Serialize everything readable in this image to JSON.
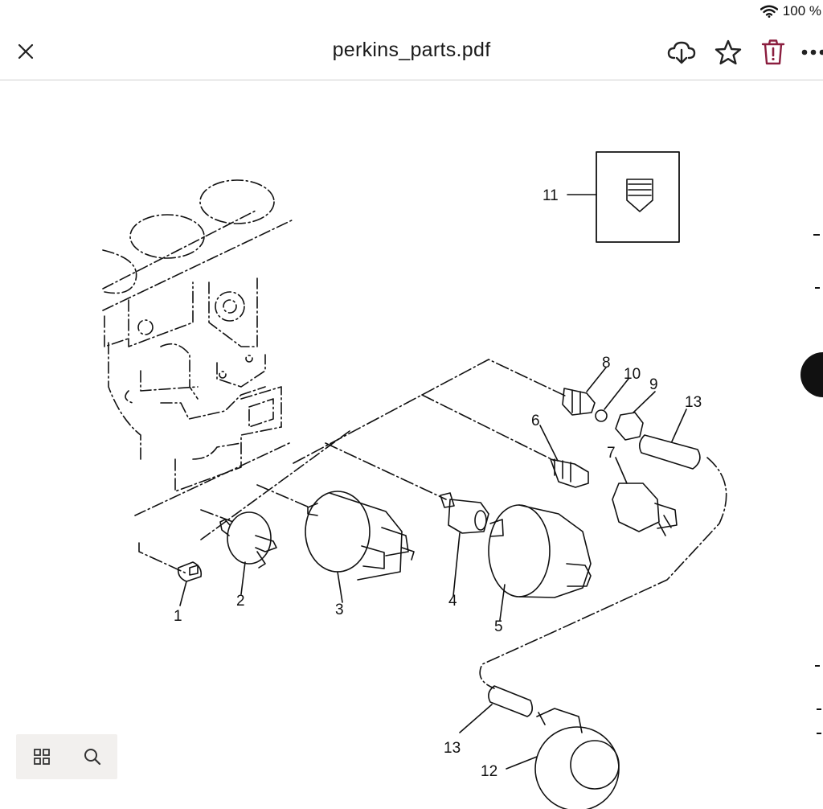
{
  "status": {
    "battery": "100 %"
  },
  "toolbar": {
    "title": "perkins_parts.pdf",
    "icons": {
      "close": "close-icon",
      "download": "cloud-download-icon",
      "favorite": "star-icon",
      "delete": "trash-icon",
      "more": "more-horizontal-icon"
    },
    "accent_delete": "#8b1e3f"
  },
  "document": {
    "callouts": [
      "1",
      "2",
      "3",
      "4",
      "5",
      "6",
      "7",
      "8",
      "9",
      "10",
      "11",
      "12",
      "13",
      "13"
    ]
  },
  "bottom_tools": {
    "icons": {
      "thumbnails": "grid-icon",
      "search": "search-icon"
    }
  }
}
